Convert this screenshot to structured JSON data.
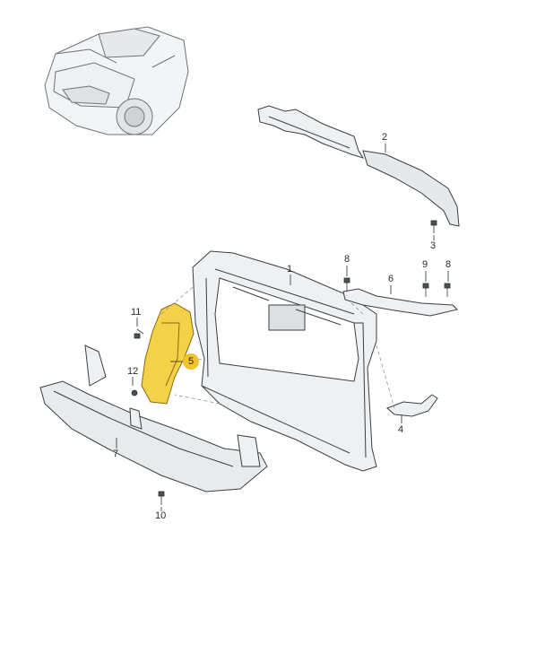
{
  "callouts": [
    "1",
    "2",
    "3",
    "4",
    "5",
    "6",
    "7",
    "8",
    "8",
    "9",
    "10",
    "11",
    "12"
  ],
  "colors": {
    "part_stroke": "#3a3f44",
    "part_fill": "#eef0f2",
    "part_shade": "#c9ced3",
    "highlight_fill": "#f3d24a",
    "highlight_stroke": "#8a6a10",
    "callout_badge": "#f2c230",
    "car_line": "#6c7378"
  },
  "icons": [
    "car-thumbnail-icon",
    "bolt-icon"
  ]
}
